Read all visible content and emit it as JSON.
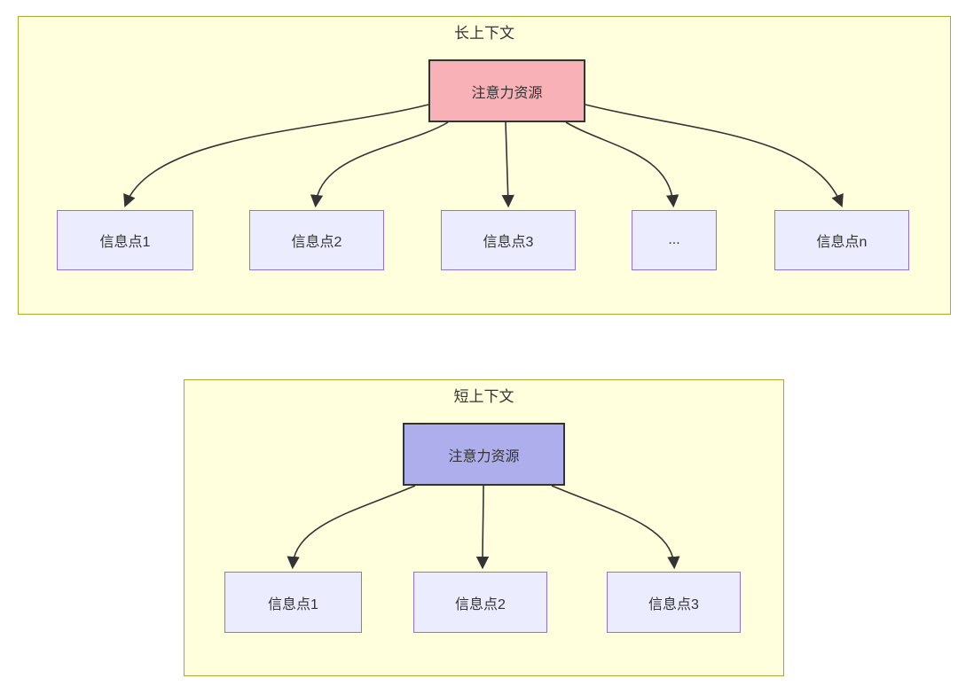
{
  "colors": {
    "page_bg": "#ffffff",
    "container_fill": "#ffffde",
    "container_border": "#aaaa33",
    "node_fill": "#ececff",
    "node_border": "#9370db",
    "attention_long_fill": "#f7b1b7",
    "attention_short_fill": "#aeaeec",
    "attention_border": "#333333",
    "arrow_color": "#333333",
    "text_color": "#333333"
  },
  "long_context": {
    "title": "长上下文",
    "attention": "注意力资源",
    "nodes": [
      "信息点1",
      "信息点2",
      "信息点3",
      "...",
      "信息点n"
    ]
  },
  "short_context": {
    "title": "短上下文",
    "attention": "注意力资源",
    "nodes": [
      "信息点1",
      "信息点2",
      "信息点3"
    ]
  }
}
